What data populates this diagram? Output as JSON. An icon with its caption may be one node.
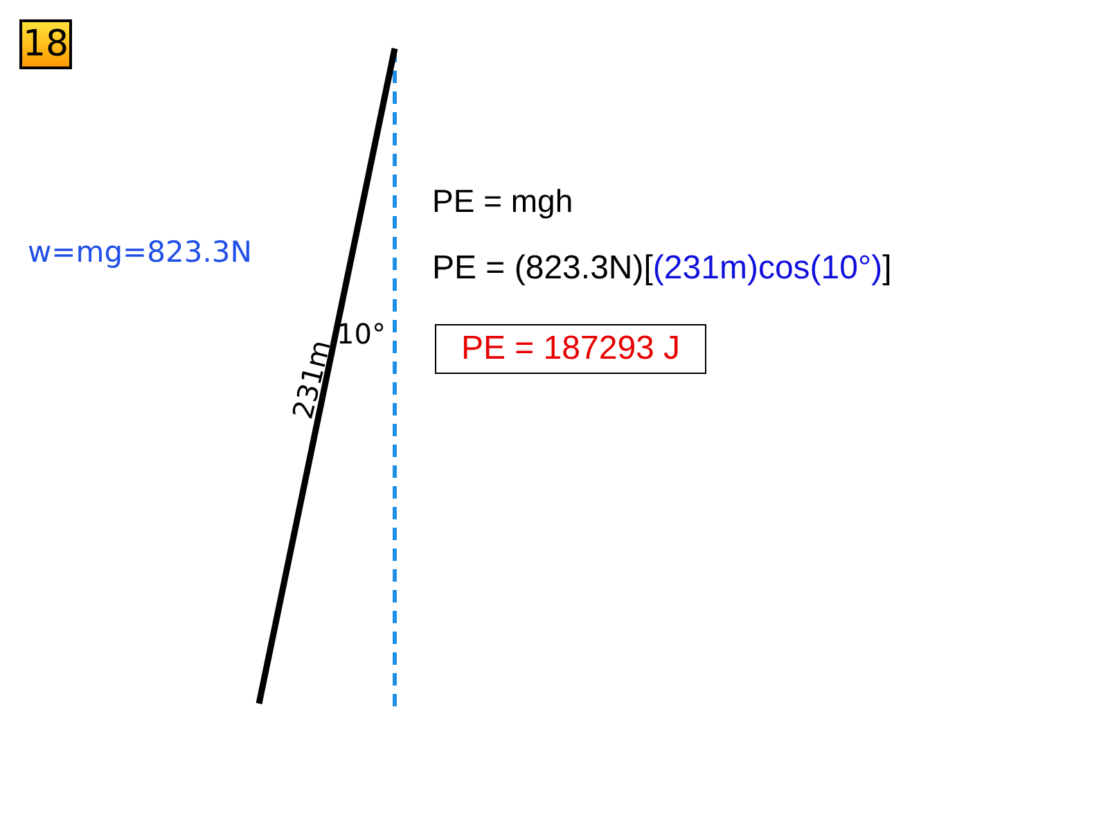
{
  "diagram": {
    "nodes": [
      {
        "text": [
          "18"
        ]
      },
      {
        "text": [
          "PE = 187293 J"
        ]
      }
    ],
    "labels": [
      "PE = mgh",
      "w=mg=823.3N",
      "PE = (823.3N)[",
      "(231m)cos(10°)",
      "]",
      "10°",
      "231m"
    ]
  }
}
